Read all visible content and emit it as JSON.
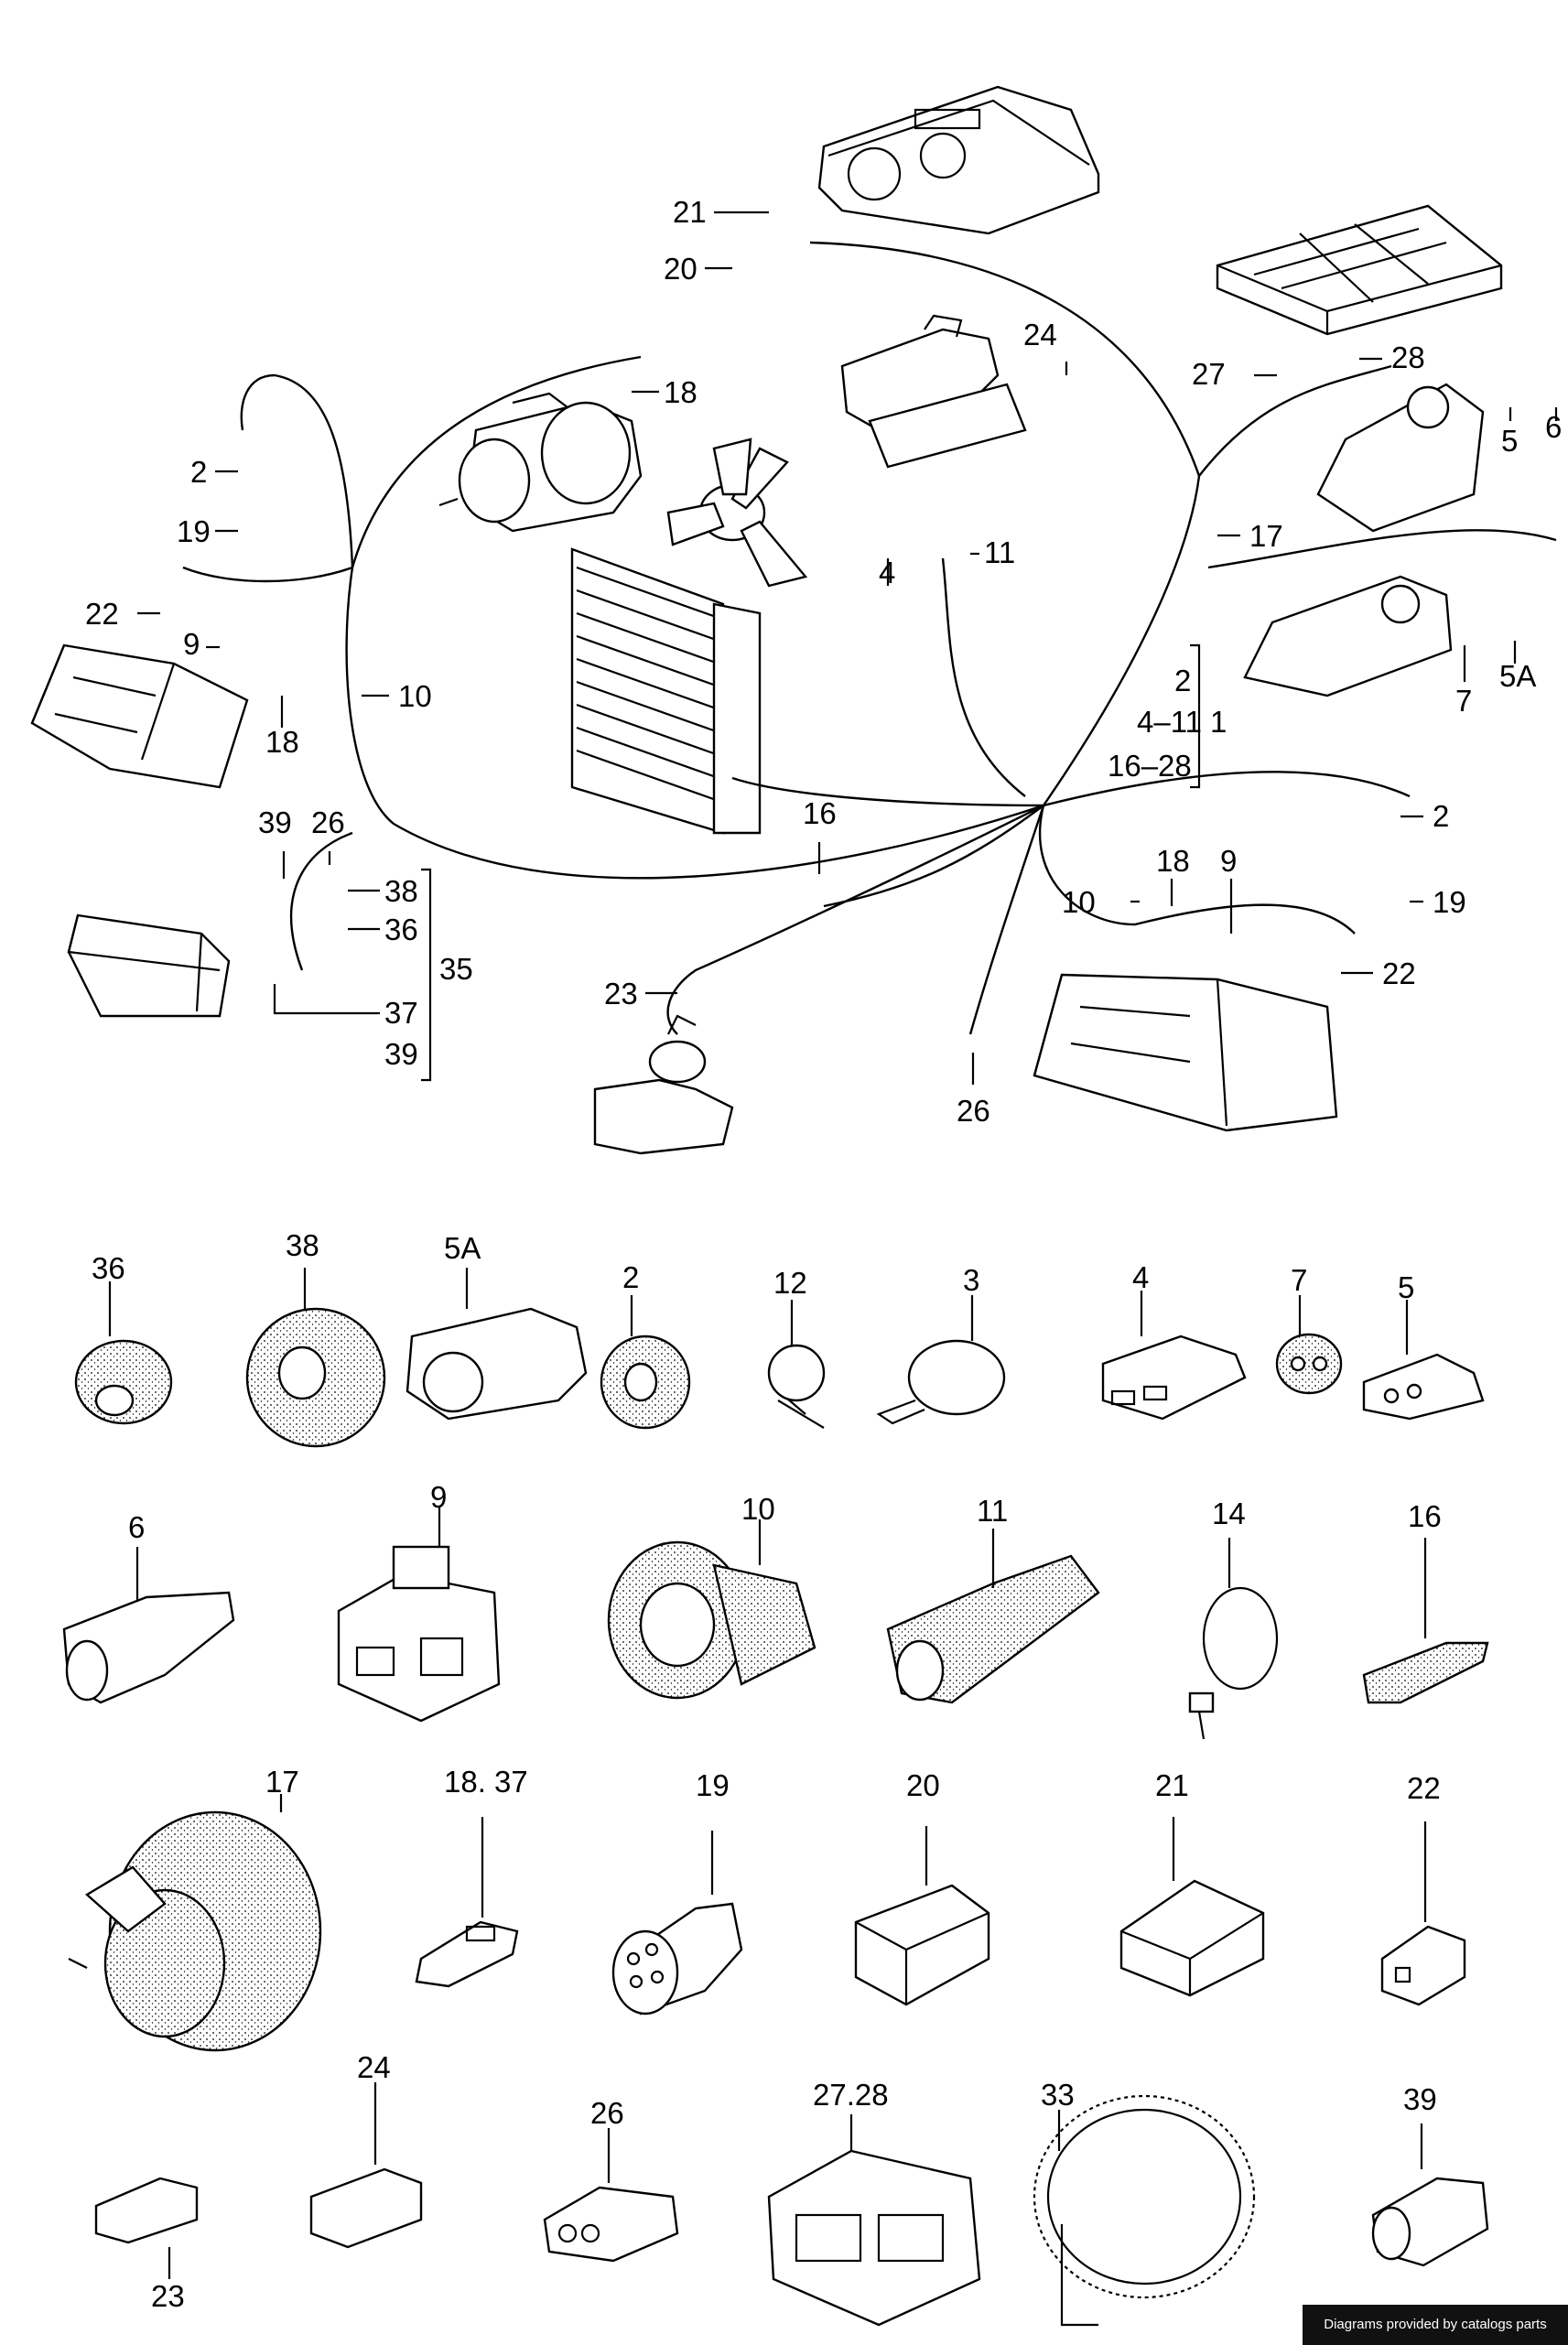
{
  "credit": "Diagrams provided by catalogs parts",
  "assembly_callouts": [
    {
      "id": "a-21",
      "text": "21"
    },
    {
      "id": "a-20",
      "text": "20"
    },
    {
      "id": "a-18a",
      "text": "18"
    },
    {
      "id": "a-24",
      "text": "24"
    },
    {
      "id": "a-27",
      "text": "27"
    },
    {
      "id": "a-28",
      "text": "28"
    },
    {
      "id": "a-5",
      "text": "5"
    },
    {
      "id": "a-6",
      "text": "6"
    },
    {
      "id": "a-2a",
      "text": "2"
    },
    {
      "id": "a-19a",
      "text": "19"
    },
    {
      "id": "a-22a",
      "text": "22"
    },
    {
      "id": "a-9a",
      "text": "9"
    },
    {
      "id": "a-10a",
      "text": "10"
    },
    {
      "id": "a-18b",
      "text": "18"
    },
    {
      "id": "a-4",
      "text": "4"
    },
    {
      "id": "a-11",
      "text": "11"
    },
    {
      "id": "a-17",
      "text": "17"
    },
    {
      "id": "a-7",
      "text": "7"
    },
    {
      "id": "a-5A",
      "text": "5A"
    },
    {
      "id": "a-grp-2",
      "text": "2"
    },
    {
      "id": "a-grp-4-11",
      "text": "4–11"
    },
    {
      "id": "a-grp-1",
      "text": "1"
    },
    {
      "id": "a-grp-16-28",
      "text": "16–28"
    },
    {
      "id": "a-39a",
      "text": "39"
    },
    {
      "id": "a-26a",
      "text": "26"
    },
    {
      "id": "a-38",
      "text": "38"
    },
    {
      "id": "a-36",
      "text": "36"
    },
    {
      "id": "a-35",
      "text": "35"
    },
    {
      "id": "a-37",
      "text": "37"
    },
    {
      "id": "a-39b",
      "text": "39"
    },
    {
      "id": "a-16",
      "text": "16"
    },
    {
      "id": "a-2b",
      "text": "2"
    },
    {
      "id": "a-18c",
      "text": "18"
    },
    {
      "id": "a-9b",
      "text": "9"
    },
    {
      "id": "a-10b",
      "text": "10"
    },
    {
      "id": "a-19b",
      "text": "19"
    },
    {
      "id": "a-22b",
      "text": "22"
    },
    {
      "id": "a-23",
      "text": "23"
    },
    {
      "id": "a-26b",
      "text": "26"
    }
  ],
  "part_labels": [
    {
      "id": "p-36",
      "text": "36"
    },
    {
      "id": "p-38",
      "text": "38"
    },
    {
      "id": "p-5A",
      "text": "5A"
    },
    {
      "id": "p-2",
      "text": "2"
    },
    {
      "id": "p-12",
      "text": "12"
    },
    {
      "id": "p-3",
      "text": "3"
    },
    {
      "id": "p-4",
      "text": "4"
    },
    {
      "id": "p-7",
      "text": "7"
    },
    {
      "id": "p-5",
      "text": "5"
    },
    {
      "id": "p-6",
      "text": "6"
    },
    {
      "id": "p-9",
      "text": "9"
    },
    {
      "id": "p-10",
      "text": "10"
    },
    {
      "id": "p-11",
      "text": "11"
    },
    {
      "id": "p-14",
      "text": "14"
    },
    {
      "id": "p-16",
      "text": "16"
    },
    {
      "id": "p-17",
      "text": "17"
    },
    {
      "id": "p-18-37",
      "text": "18. 37"
    },
    {
      "id": "p-19",
      "text": "19"
    },
    {
      "id": "p-20",
      "text": "20"
    },
    {
      "id": "p-21",
      "text": "21"
    },
    {
      "id": "p-22",
      "text": "22"
    },
    {
      "id": "p-24",
      "text": "24"
    },
    {
      "id": "p-23",
      "text": "23"
    },
    {
      "id": "p-26",
      "text": "26"
    },
    {
      "id": "p-27-28",
      "text": "27.28"
    },
    {
      "id": "p-33",
      "text": "33"
    },
    {
      "id": "p-39",
      "text": "39"
    }
  ]
}
